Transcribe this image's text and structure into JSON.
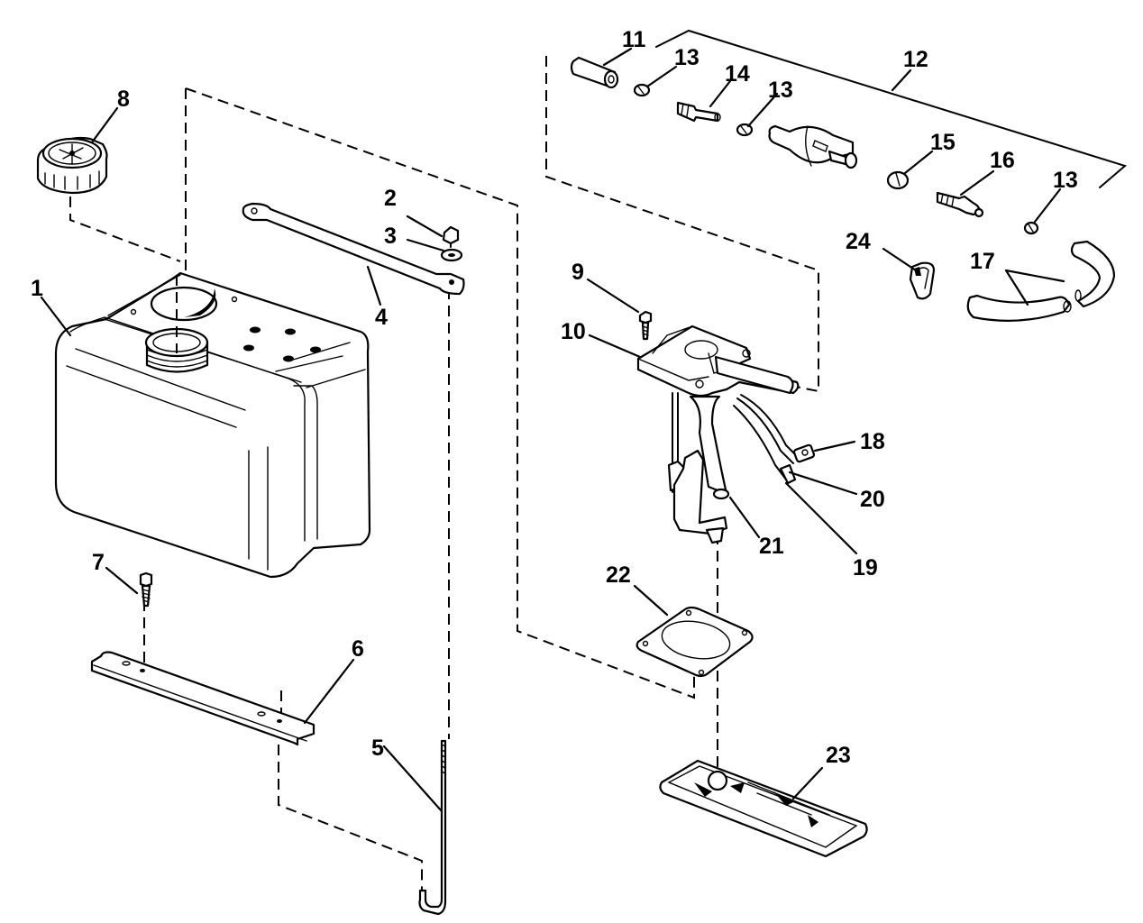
{
  "diagram": {
    "type": "exploded-parts-diagram",
    "subject": "portable fuel tank assembly",
    "line_color": "#000000",
    "background_color": "#ffffff",
    "callouts": [
      {
        "id": "1",
        "text": "1",
        "part": "fuel-tank"
      },
      {
        "id": "2",
        "text": "2",
        "part": "nut"
      },
      {
        "id": "3",
        "text": "3",
        "part": "washer"
      },
      {
        "id": "4",
        "text": "4",
        "part": "hold-down-strap"
      },
      {
        "id": "5",
        "text": "5",
        "part": "j-bolt"
      },
      {
        "id": "6",
        "text": "6",
        "part": "mounting-bracket"
      },
      {
        "id": "7",
        "text": "7",
        "part": "bracket-screw"
      },
      {
        "id": "8",
        "text": "8",
        "part": "filler-cap-with-vent"
      },
      {
        "id": "9",
        "text": "9",
        "part": "pickup-screw"
      },
      {
        "id": "10",
        "text": "10",
        "part": "fuel-pickup-and-gauge-assembly"
      },
      {
        "id": "11",
        "text": "11",
        "part": "hose-connector-sleeve"
      },
      {
        "id": "12",
        "text": "12",
        "part": "fuel-line-and-primer-bulb-kit"
      },
      {
        "id": "13a",
        "text": "13",
        "part": "hose-clamp"
      },
      {
        "id": "13b",
        "text": "13",
        "part": "hose-clamp"
      },
      {
        "id": "13c",
        "text": "13",
        "part": "hose-clamp"
      },
      {
        "id": "14",
        "text": "14",
        "part": "hose-fitting"
      },
      {
        "id": "15",
        "text": "15",
        "part": "check-valve"
      },
      {
        "id": "16",
        "text": "16",
        "part": "connector-fitting"
      },
      {
        "id": "17",
        "text": "17",
        "part": "fuel-hose"
      },
      {
        "id": "18",
        "text": "18",
        "part": "wire-terminal"
      },
      {
        "id": "19",
        "text": "19",
        "part": "gauge-wire"
      },
      {
        "id": "20",
        "text": "20",
        "part": "ground-wire"
      },
      {
        "id": "21",
        "text": "21",
        "part": "pickup-hose-clamp"
      },
      {
        "id": "22",
        "text": "22",
        "part": "pickup-gasket"
      },
      {
        "id": "23",
        "text": "23",
        "part": "fuel-gauge-decal"
      },
      {
        "id": "24",
        "text": "24",
        "part": "hose-clamp-screw-type"
      }
    ]
  }
}
